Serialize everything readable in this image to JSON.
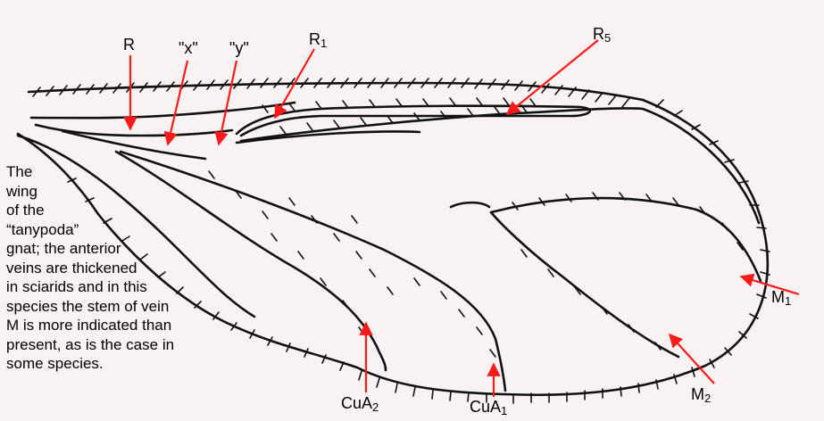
{
  "figure": {
    "labels": {
      "R": "R",
      "x": "\"x\"",
      "y": "\"y\"",
      "R1": {
        "main": "R",
        "sub": "1"
      },
      "R5": {
        "main": "R",
        "sub": "5"
      },
      "M1": {
        "main": "M",
        "sub": "1"
      },
      "M2": {
        "main": "M",
        "sub": "2"
      },
      "CuA1": {
        "main": "CuA",
        "sub": "1"
      },
      "CuA2": {
        "main": "CuA",
        "sub": "2"
      }
    },
    "caption_lines": [
      "The",
      "wing",
      "of the",
      "“tanypoda”",
      "gnat; the anterior",
      "veins are thickened",
      "in sciarids and in this",
      "species the stem of vein",
      "M is more indicated than",
      "present, as is the case in",
      "some species."
    ],
    "colors": {
      "background": "#f9f2f2",
      "ink": "#111111",
      "pointer": "#ff1a1a"
    }
  }
}
